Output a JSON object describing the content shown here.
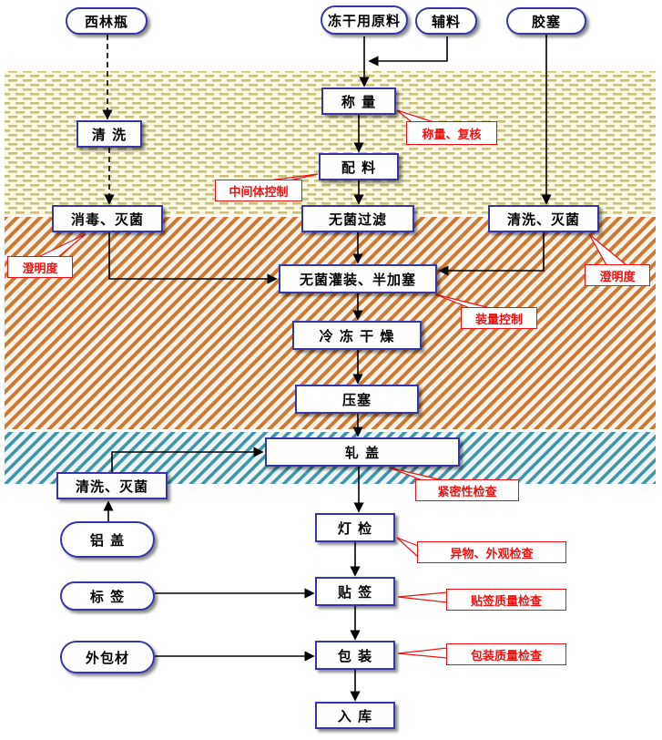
{
  "nodes": {
    "vial": "西林瓶",
    "raw_material": "冻干用原料",
    "excipient": "辅料",
    "rubber_stopper": "胶塞",
    "weighing": "称  量",
    "vial_washing": "清  洗",
    "compounding": "配  料",
    "disinfection": "消毒、灭菌",
    "sterile_filtration": "无菌过滤",
    "stopper_washing": "清洗、灭菌",
    "aseptic_filling": "无菌灌装、半加塞",
    "freeze_drying": "冷 冻 干 燥",
    "stoppering": "压塞",
    "capping": "轧  盖",
    "cap_washing": "清洗、灭菌",
    "light_inspection": "灯 检",
    "labeling": "贴 签",
    "packaging": "包 装",
    "warehousing": "入 库",
    "aluminum_cap": "铝  盖",
    "label": "标  签",
    "outer_packaging": "外包材"
  },
  "callouts": {
    "weighing_recheck": "称量、复核",
    "intermediate_control": "中间体控制",
    "clarity_left": "澄明度",
    "clarity_right": "澄明度",
    "fill_volume_control": "装量控制",
    "tightness_inspection": "紧密性检查",
    "foreign_appearance_inspection": "异物、外观检查",
    "labeling_quality_inspection": "贴签质量检查",
    "packaging_quality_inspection": "包装质量检查"
  },
  "colors": {
    "box_border": "#3636a8",
    "box_text": "#000000",
    "callout_red": "#ee1111",
    "line_black": "#000000",
    "zone1_bg": "#fcf9e2",
    "zone1_dash": "#c9c07e",
    "zone2_bg": "#fbf3ea",
    "zone2_stripe": "#cc7a33",
    "zone3_bg": "#eef6f7",
    "zone3_stripe": "#4195a8"
  }
}
